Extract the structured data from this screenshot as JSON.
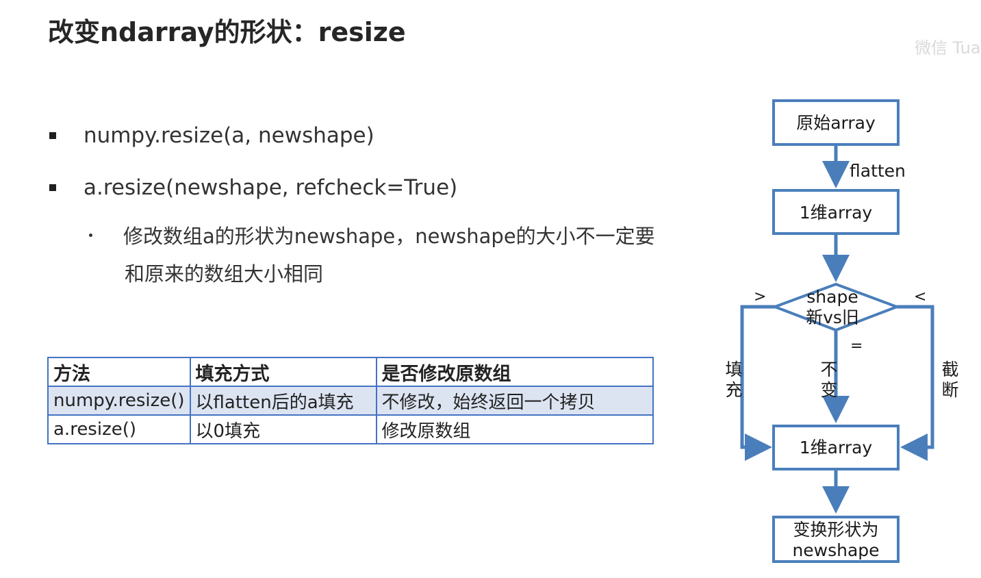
{
  "title": "改变ndarray的形状：resize",
  "watermark": "微信 Tua",
  "bullets": [
    "numpy.resize(a, newshape)",
    "a.resize(newshape, refcheck=True)"
  ],
  "sub_bullet": {
    "line1": "修改数组a的形状为newshape，newshape的大小不一定要",
    "line2": "和原来的数组大小相同"
  },
  "table": {
    "headers": [
      "方法",
      "填充方式",
      "是否修改原数组"
    ],
    "rows": [
      [
        "numpy.resize()",
        "以flatten后的a填充",
        "不修改，始终返回一个拷贝"
      ],
      [
        "a.resize()",
        "以0填充",
        "修改原数组"
      ]
    ]
  },
  "flowchart": {
    "box_original": "原始array",
    "edge_flatten": "flatten",
    "box_1d_top": "1维array",
    "diamond_line1": "shape",
    "diamond_line2": "新vs旧",
    "gt": ">",
    "lt": "<",
    "eq": "=",
    "left_branch_char1": "填",
    "left_branch_char2": "充",
    "middle_branch_char1": "不",
    "middle_branch_char2": "变",
    "right_branch_char1": "截",
    "right_branch_char2": "断",
    "box_1d_bottom": "1维array",
    "box_final_line1": "变换形状为",
    "box_final_line2": "newshape",
    "color_stroke": "#4a7ebb"
  }
}
